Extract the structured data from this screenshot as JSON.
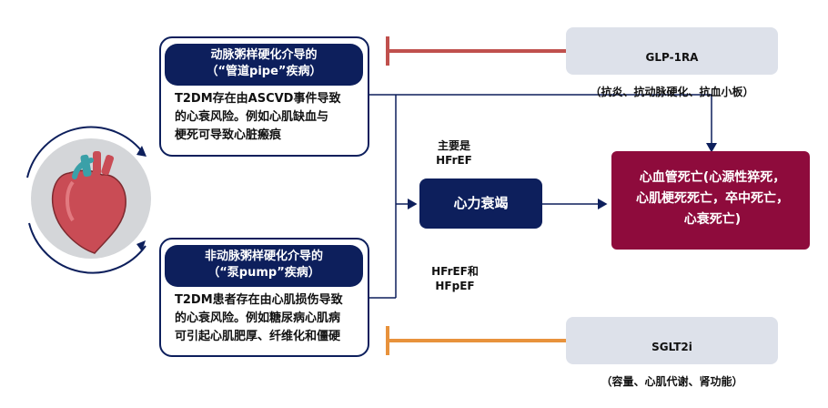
{
  "top_box": {
    "title_line1": "动脉粥样硬化介导的",
    "title_line2": "（“管道pipe”疾病）",
    "description": "T2DM存在由ASCVD事件导致\n的心衰风险。例如心肌缺血与\n梗死可导致心脏瘢痕"
  },
  "bottom_box": {
    "title_line1": "非动脉粥样硬化介导的",
    "title_line2": "（“泵pump”疾病）",
    "description": "T2DM患者存在由心肌损伤导致\n的心衰风险。例如糖尿病心肌病\n可引起心肌肥厚、纤维化和僵硬"
  },
  "glp1": {
    "name": "GLP-1RA",
    "effects": "（抗炎、抗动脉硬化、抗血小板）"
  },
  "sglt2": {
    "name": "SGLT2i",
    "effects": "（容量、心肌代谢、肾功能）"
  },
  "heart_failure": {
    "label": "心力衰竭"
  },
  "outcome": {
    "text": "心血管死亡(心源性猝死，\n心肌梗死死亡，卒中死亡，\n心衰死亡)"
  },
  "labels": {
    "hfref_main": "主要是\nHFrEF",
    "hfref_hfpef": "HFrEF和\nHFpEF"
  },
  "colors": {
    "navy": "#0d1f5c",
    "maroon": "#8e0b3c",
    "glp_bar": "#c0504d",
    "sglt_bar": "#e8923c",
    "drug_bg": "#dde1ea"
  },
  "icons": {
    "heart": "heart-icon"
  }
}
